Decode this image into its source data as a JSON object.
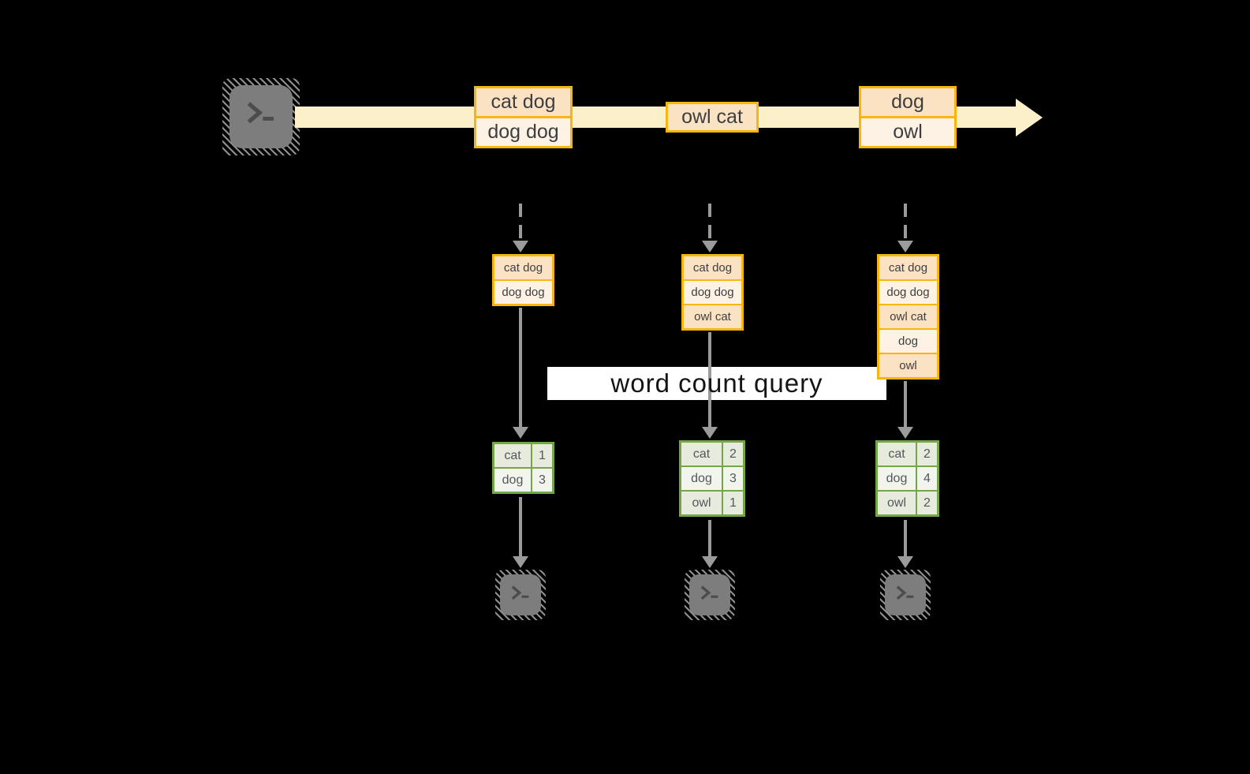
{
  "palette": {
    "background": "#000000",
    "stream_fill": "#FBF0CA",
    "message_border": "#F6B60D",
    "message_fill_dark": "#FBE2C2",
    "message_fill_light": "#FDF2E4",
    "table_border": "#74A546",
    "table_fill_dark": "#E7EBDE",
    "table_fill_light": "#F2F5EE",
    "arrow_gray": "#9B9B9B",
    "terminal_gray": "#7D7D7D",
    "banner_bg": "#FFFFFF"
  },
  "icons": {
    "producer": "terminal-prompt-icon",
    "consumer": "terminal-prompt-icon"
  },
  "timeline": {
    "messages": [
      {
        "lines": [
          "cat dog",
          "dog dog"
        ]
      },
      {
        "lines": [
          "owl cat"
        ]
      },
      {
        "lines": [
          "dog",
          "owl"
        ]
      }
    ]
  },
  "query": {
    "label": "word count query"
  },
  "consumers": [
    {
      "buffer": [
        "cat dog",
        "dog dog"
      ],
      "counts": [
        {
          "word": "cat",
          "count": "1"
        },
        {
          "word": "dog",
          "count": "3"
        }
      ]
    },
    {
      "buffer": [
        "cat dog",
        "dog dog",
        "owl cat"
      ],
      "counts": [
        {
          "word": "cat",
          "count": "2"
        },
        {
          "word": "dog",
          "count": "3"
        },
        {
          "word": "owl",
          "count": "1"
        }
      ]
    },
    {
      "buffer": [
        "cat dog",
        "dog dog",
        "owl cat",
        "dog",
        "owl"
      ],
      "counts": [
        {
          "word": "cat",
          "count": "2"
        },
        {
          "word": "dog",
          "count": "4"
        },
        {
          "word": "owl",
          "count": "2"
        }
      ]
    }
  ]
}
